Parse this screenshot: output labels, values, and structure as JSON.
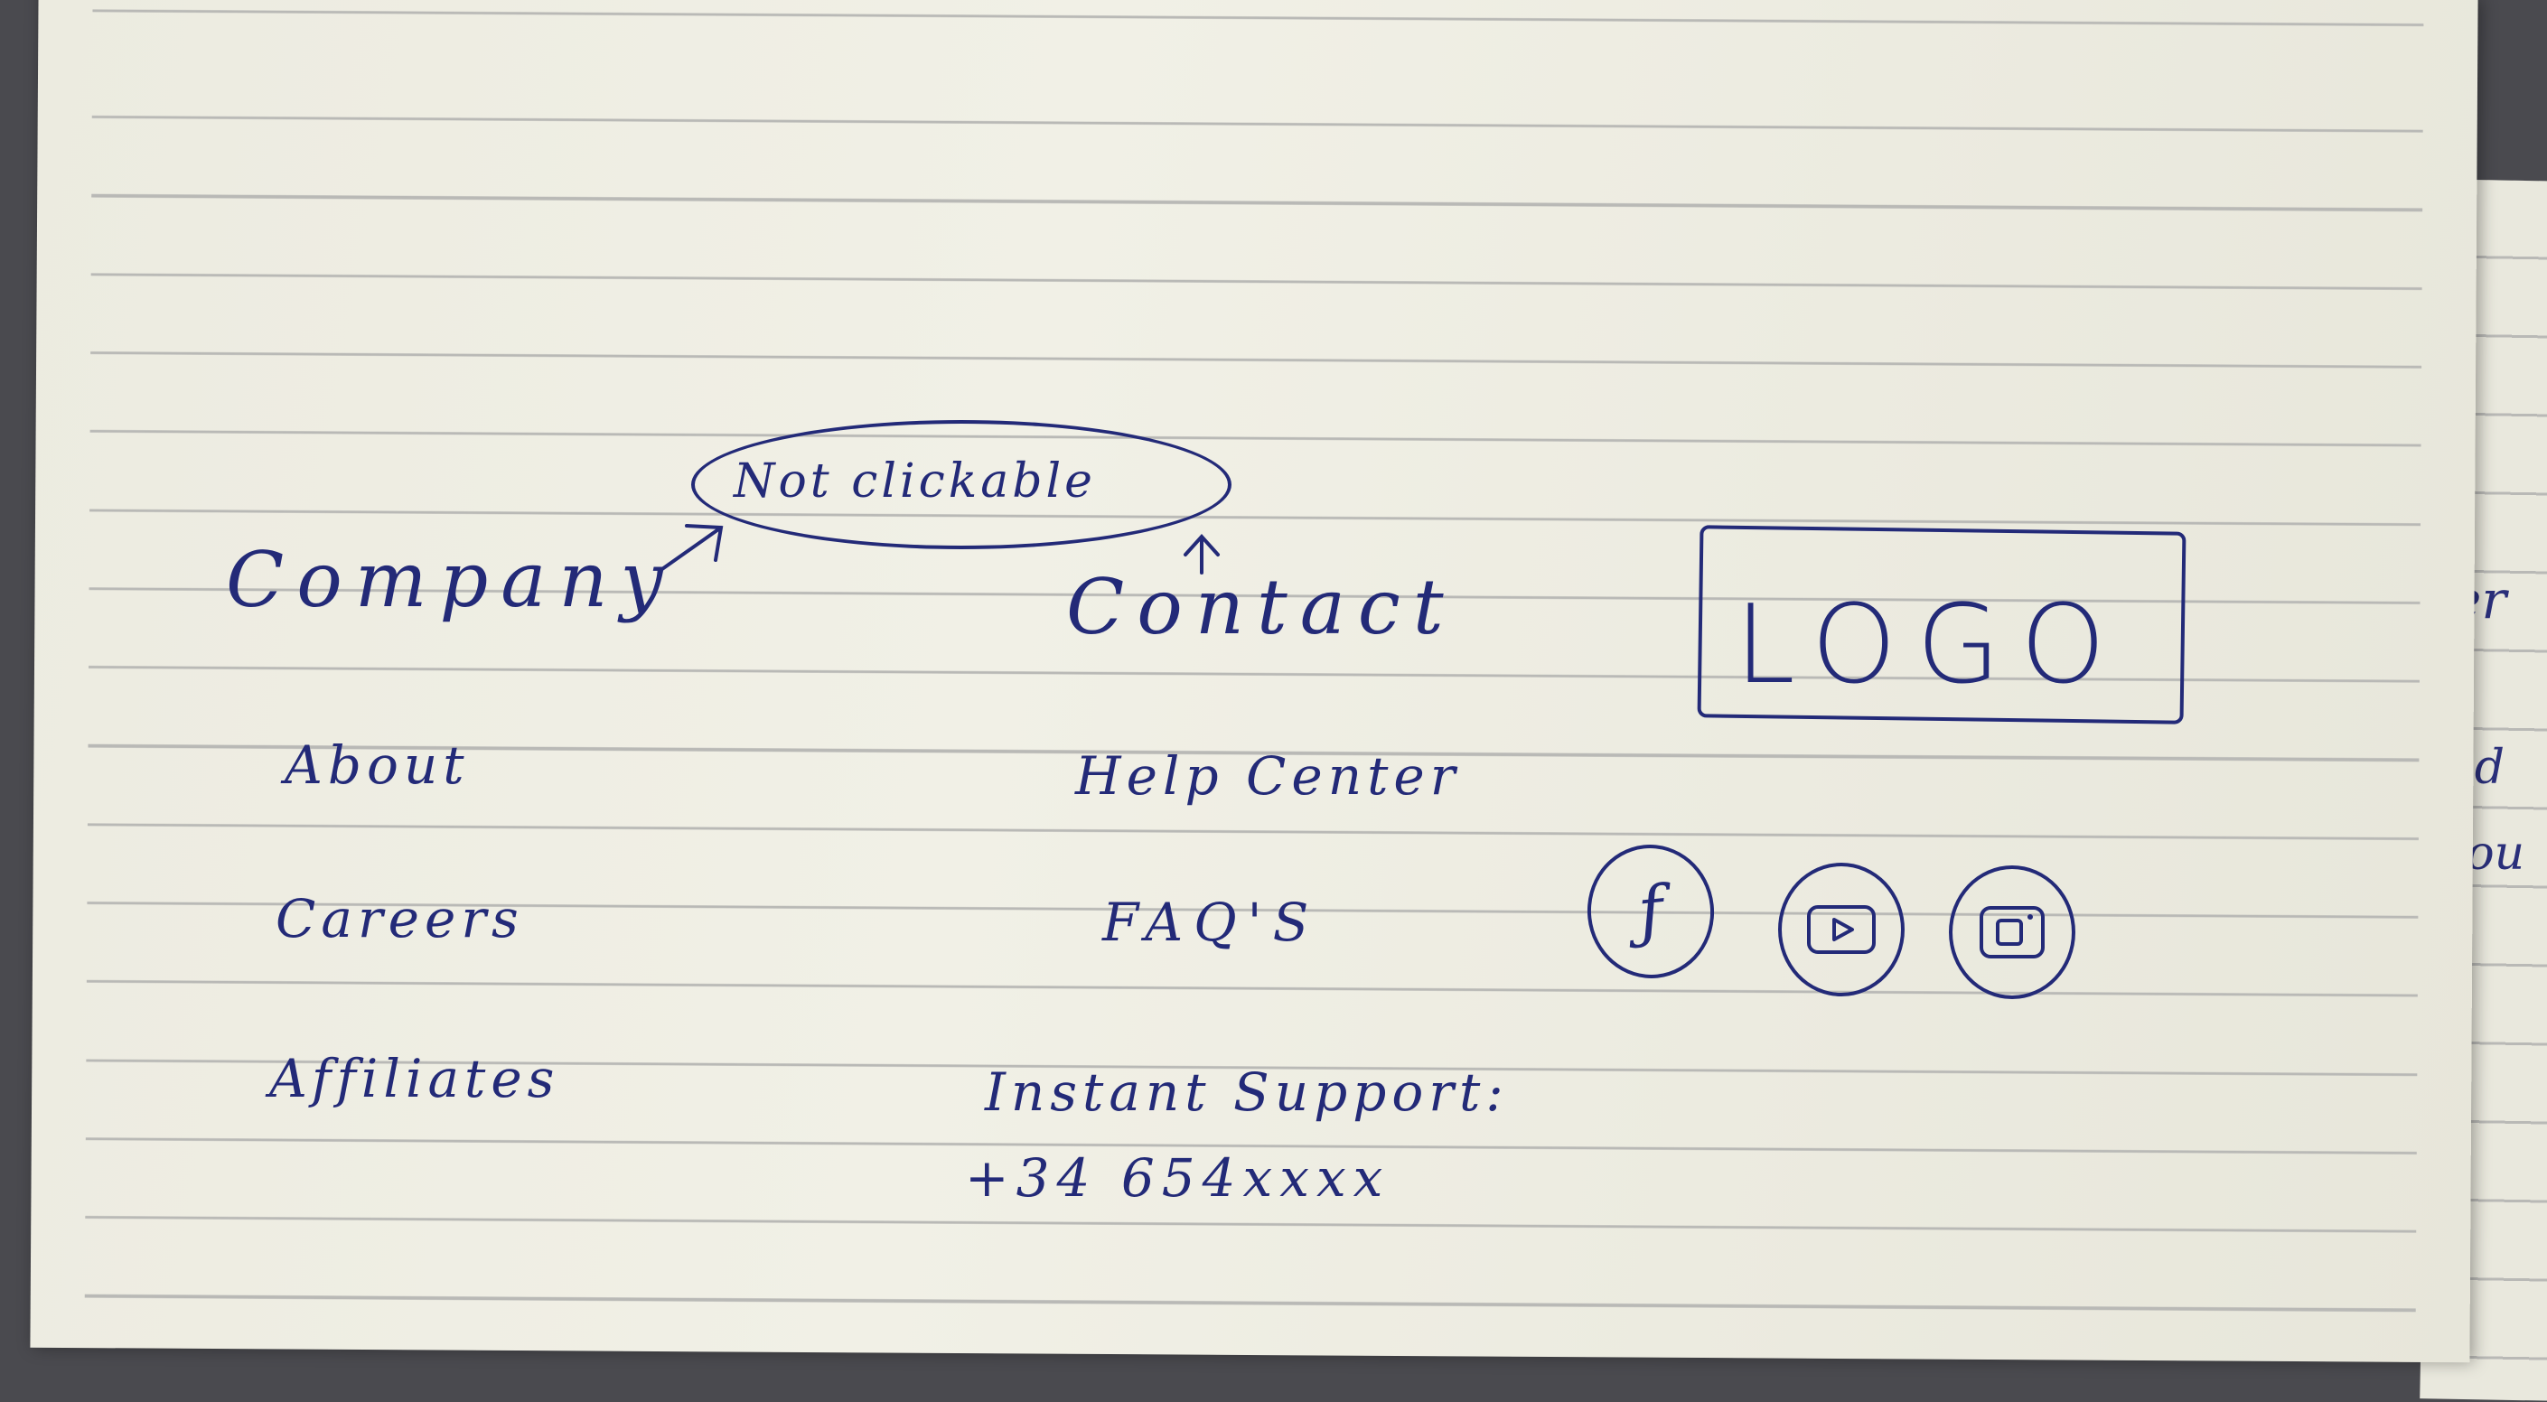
{
  "annotation": {
    "note": "Not clickable"
  },
  "company": {
    "heading": "Company",
    "links": [
      "About",
      "Careers",
      "Affiliates"
    ]
  },
  "contact": {
    "heading": "Contact",
    "links": [
      "Help Center",
      "FAQ'S"
    ],
    "support_label": "Instant Support:",
    "phone": "+34 654xxxx"
  },
  "brand": {
    "logo_text": "LOGO"
  },
  "social": [
    {
      "icon": "facebook-icon"
    },
    {
      "icon": "youtube-icon"
    },
    {
      "icon": "instagram-icon"
    }
  ],
  "side_page": {
    "fragments": [
      "er",
      "ed",
      "you"
    ]
  },
  "colors": {
    "ink": "#232a78",
    "paper": "#efeee4",
    "rule": "#b9b9b6"
  }
}
